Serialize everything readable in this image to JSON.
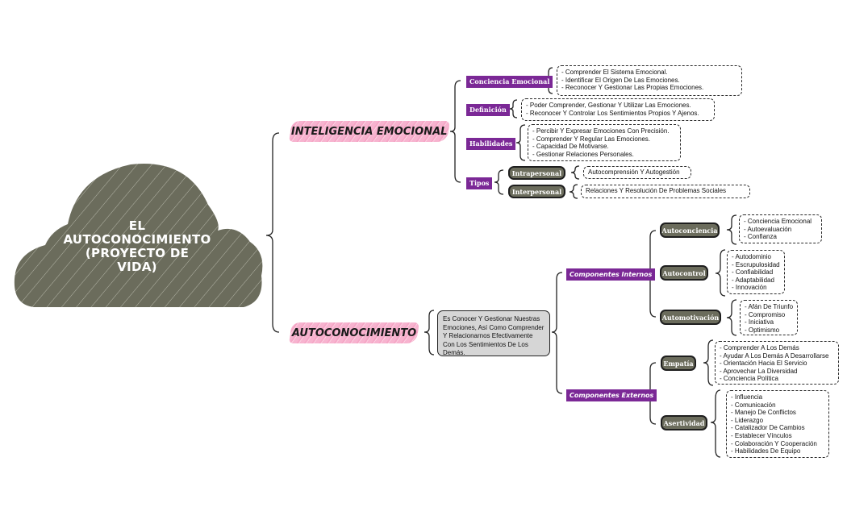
{
  "root": {
    "title_lines": [
      "EL",
      "AUTOCONOCIMIENTO",
      "(PROYECTO DE",
      "VIDA)"
    ],
    "shape": "cloud-icon",
    "color": "#6b6c5c"
  },
  "branches": [
    {
      "label": "INTELIGENCIA EMOCIONAL",
      "color": "#f7b3cf",
      "children": [
        {
          "label": "Conciencia Emocional",
          "items": [
            "- Comprender El Sistema Emocional.",
            "- Identificar El Origen De Las Emociones.",
            "- Reconocer Y Gestionar Las Propias Emociones."
          ]
        },
        {
          "label": "Definición",
          "items": [
            "- Poder Comprender, Gestionar Y Utilizar Las Emociones.",
            "- Reconocer Y Controlar Los Sentimientos Propios Y Ajenos."
          ]
        },
        {
          "label": "Habilidades",
          "items": [
            "- Percibir Y Expresar Emociones Con Precisión.",
            "- Comprender Y Regular Las Emociones.",
            "- Capacidad De Motivarse.",
            "- Gestionar Relaciones Personales."
          ]
        },
        {
          "label": "Tipos",
          "types": [
            {
              "label": "Intrapersonal",
              "desc": "Autocomprensión Y Autogestión"
            },
            {
              "label": "Interpersonal",
              "desc": "Relaciones Y Resolución De Problemas Sociales"
            }
          ]
        }
      ]
    },
    {
      "label": "AUTOCONOCIMIENTO",
      "color": "#f7b3cf",
      "definition": "Es Conocer Y Gestionar Nuestras Emociones, Así Como Comprender Y Relacionarnos Efectivamente Con Los Sentimientos De Los Demás.",
      "groups": [
        {
          "label": "Componentes Internos",
          "children": [
            {
              "label": "Autoconciencia",
              "items": [
                "- Conciencia Emocional",
                "- Autoevaluación",
                "- Confianza"
              ]
            },
            {
              "label": "Autocontrol",
              "items": [
                "- Autodominio",
                "- Escrupulosidad",
                "- Confiabilidad",
                "- Adaptabilidad",
                "- Innovación"
              ]
            },
            {
              "label": "Automotivación",
              "items": [
                "- Afán De Triunfo",
                "- Compromiso",
                "- Iniciativa",
                "- Optimismo"
              ]
            }
          ]
        },
        {
          "label": "Componentes Externos",
          "children": [
            {
              "label": "Empatía",
              "items": [
                "- Comprender A Los Demás",
                "- Ayudar A Los Demás A Desarrollarse",
                "- Orientación Hacia El Servicio",
                "- Aprovechar La Diversidad",
                "- Conciencia Política"
              ]
            },
            {
              "label": "Asertividad",
              "items": [
                "- Influencia",
                "- Comunicación",
                "- Manejo De Conflictos",
                "- Liderazgo",
                "- Catalizador De Cambios",
                "- Establecer Vínculos",
                "- Colaboración Y Cooperación",
                "- Habilidades De Equipo"
              ]
            }
          ]
        }
      ]
    }
  ],
  "colors": {
    "purple": "#7b2896",
    "dark_node": "#6b6c5c",
    "pink": "#f7b3cf",
    "grey_box": "#d6d6d6"
  }
}
